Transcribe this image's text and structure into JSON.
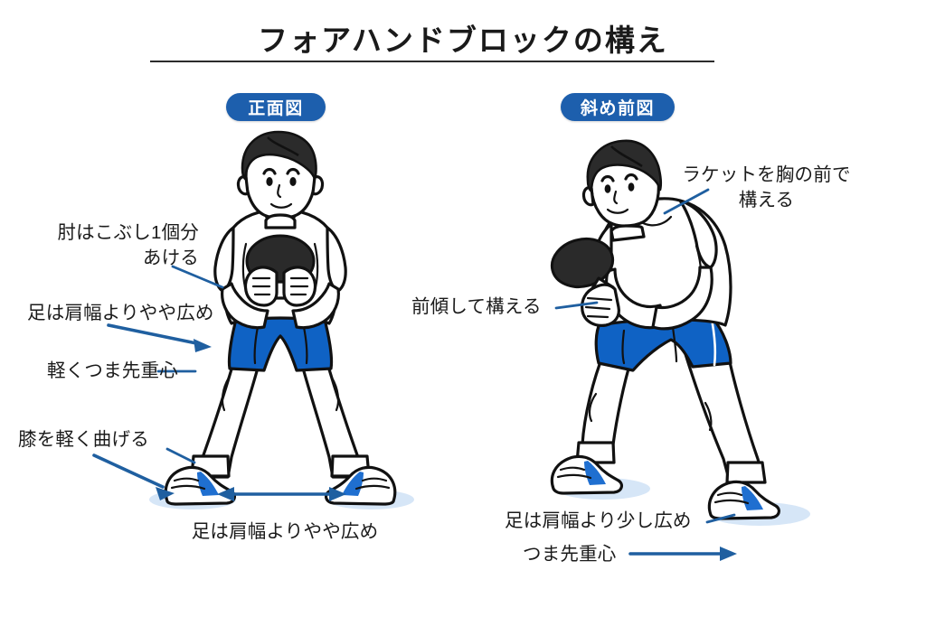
{
  "page": {
    "title": "フォアハンドブロックの構え",
    "background_color": "#ffffff",
    "accent_color": "#1d5fad",
    "arrow_color": "#1f5fa0",
    "shorts_color": "#0f62c4",
    "text_color": "#1b1b1b"
  },
  "panels": [
    {
      "id": "front",
      "badge": "正面図"
    },
    {
      "id": "diagonal",
      "badge": "斜め前図"
    }
  ],
  "annotations": {
    "front": [
      {
        "name": "elbow-gap",
        "text": "肘はこぶし1個分\nあける",
        "marker": "line"
      },
      {
        "name": "stance-width-upper",
        "text": "足は肩幅よりやや広め",
        "marker": "arrow"
      },
      {
        "name": "toe-weight",
        "text": "軽くつま先重心",
        "marker": "line"
      },
      {
        "name": "knee-bend",
        "text": "膝を軽く曲げる",
        "marker": "arrow"
      },
      {
        "name": "stance-width-caption",
        "text": "足は肩幅よりやや広め",
        "marker": "double-arrow"
      }
    ],
    "diagonal": [
      {
        "name": "racket-front-of-chest",
        "text": "ラケットを胸の前で\n構える",
        "marker": "line"
      },
      {
        "name": "lean-forward",
        "text": "前傾して構える",
        "marker": "line"
      },
      {
        "name": "stance-width",
        "text": "足は肩幅より少し広め",
        "marker": "line"
      },
      {
        "name": "toe-weight",
        "text": "つま先重心",
        "marker": "arrow"
      }
    ]
  },
  "figures": {
    "front": {
      "label": "table-tennis-player-front-view",
      "equipment": "racket"
    },
    "diagonal": {
      "label": "table-tennis-player-diagonal-view",
      "equipment": "racket"
    }
  }
}
